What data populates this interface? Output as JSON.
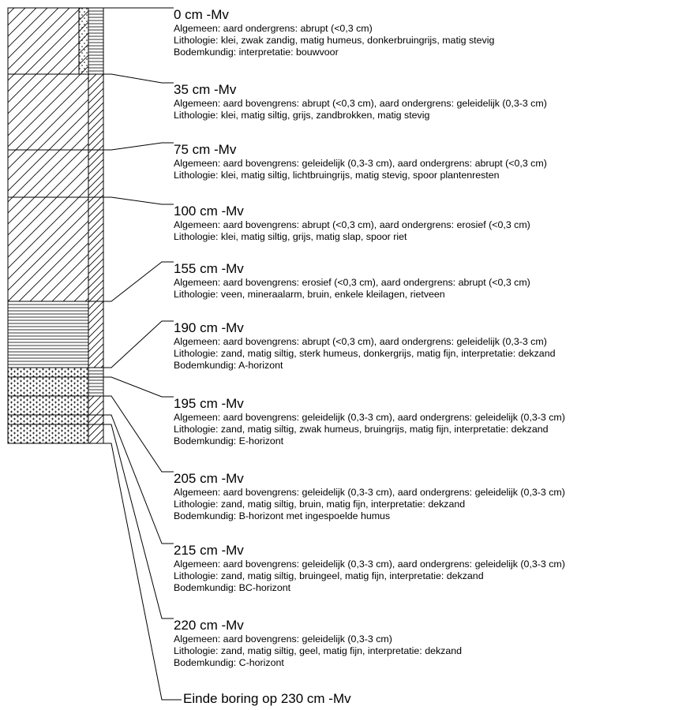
{
  "layers": [
    {
      "top_cm": 0,
      "bottom_cm": 35,
      "depth": "0 cm -Mv",
      "lines": [
        "Algemeen: aard ondergrens: abrupt (<0,3 cm)",
        "Lithologie: klei, zwak zandig, matig humeus, donkerbruingrijs, matig stevig",
        "Bodemkundig: interpretatie: bouwvoor"
      ],
      "main_pattern": "diagonal-hatch",
      "side_pattern": "dots-and-horizontal"
    },
    {
      "top_cm": 35,
      "bottom_cm": 75,
      "depth": "35 cm -Mv",
      "lines": [
        "Algemeen: aard bovengrens: abrupt (<0,3 cm), aard ondergrens: geleidelijk (0,3-3 cm)",
        "Lithologie: klei, matig siltig, grijs, zandbrokken, matig stevig"
      ],
      "main_pattern": "diagonal-hatch",
      "side_pattern": "diagonal-hatch"
    },
    {
      "top_cm": 75,
      "bottom_cm": 100,
      "depth": "75 cm -Mv",
      "lines": [
        "Algemeen: aard bovengrens: geleidelijk (0,3-3 cm), aard ondergrens: abrupt (<0,3 cm)",
        "Lithologie: klei, matig siltig, lichtbruingrijs, matig stevig, spoor plantenresten"
      ],
      "main_pattern": "diagonal-hatch",
      "side_pattern": "diagonal-hatch"
    },
    {
      "top_cm": 100,
      "bottom_cm": 155,
      "depth": "100 cm -Mv",
      "lines": [
        "Algemeen: aard bovengrens: abrupt (<0,3 cm), aard ondergrens: erosief (<0,3 cm)",
        "Lithologie: klei, matig siltig, grijs, matig slap, spoor riet"
      ],
      "main_pattern": "diagonal-hatch",
      "side_pattern": "diagonal-hatch"
    },
    {
      "top_cm": 155,
      "bottom_cm": 190,
      "depth": "155 cm -Mv",
      "lines": [
        "Algemeen: aard bovengrens: erosief (<0,3 cm), aard ondergrens: abrupt (<0,3 cm)",
        "Lithologie: veen, mineraalarm, bruin, enkele kleilagen, rietveen"
      ],
      "main_pattern": "horizontal-lines",
      "side_pattern": "diagonal-hatch"
    },
    {
      "top_cm": 190,
      "bottom_cm": 195,
      "depth": "190 cm -Mv",
      "lines": [
        "Algemeen: aard bovengrens: abrupt (<0,3 cm), aard ondergrens: geleidelijk (0,3-3 cm)",
        "Lithologie: zand, matig siltig, sterk humeus, donkergrijs, matig fijn, interpretatie: dekzand",
        "Bodemkundig: A-horizont"
      ],
      "main_pattern": "crosses",
      "side_pattern": "horizontal-lines"
    },
    {
      "top_cm": 195,
      "bottom_cm": 205,
      "depth": "195 cm -Mv",
      "lines": [
        "Algemeen: aard bovengrens: geleidelijk (0,3-3 cm), aard ondergrens: geleidelijk (0,3-3 cm)",
        "Lithologie: zand, matig siltig, zwak humeus, bruingrijs, matig fijn, interpretatie: dekzand",
        "Bodemkundig: E-horizont"
      ],
      "main_pattern": "crosses",
      "side_pattern": "horizontal-lines"
    },
    {
      "top_cm": 205,
      "bottom_cm": 215,
      "depth": "205 cm -Mv",
      "lines": [
        "Algemeen: aard bovengrens: geleidelijk (0,3-3 cm), aard ondergrens: geleidelijk (0,3-3 cm)",
        "Lithologie: zand, matig siltig, bruin, matig fijn, interpretatie: dekzand",
        "Bodemkundig: B-horizont met ingespoelde humus"
      ],
      "main_pattern": "crosses",
      "side_pattern": "diagonal-hatch"
    },
    {
      "top_cm": 215,
      "bottom_cm": 220,
      "depth": "215 cm -Mv",
      "lines": [
        "Algemeen: aard bovengrens: geleidelijk (0,3-3 cm), aard ondergrens: geleidelijk (0,3-3 cm)",
        "Lithologie: zand, matig siltig, bruingeel, matig fijn, interpretatie: dekzand",
        "Bodemkundig: BC-horizont"
      ],
      "main_pattern": "crosses",
      "side_pattern": "diagonal-hatch"
    },
    {
      "top_cm": 220,
      "bottom_cm": 230,
      "depth": "220 cm -Mv",
      "lines": [
        "Algemeen: aard bovengrens: geleidelijk (0,3-3 cm)",
        "Lithologie: zand, matig siltig, geel, matig fijn, interpretatie: dekzand",
        "Bodemkundig: C-horizont"
      ],
      "main_pattern": "crosses",
      "side_pattern": "diagonal-hatch"
    }
  ],
  "end_label": "Einde boring op 230 cm -Mv",
  "total_depth_cm": 230,
  "colors": {
    "stroke": "#000000",
    "background": "#ffffff"
  }
}
